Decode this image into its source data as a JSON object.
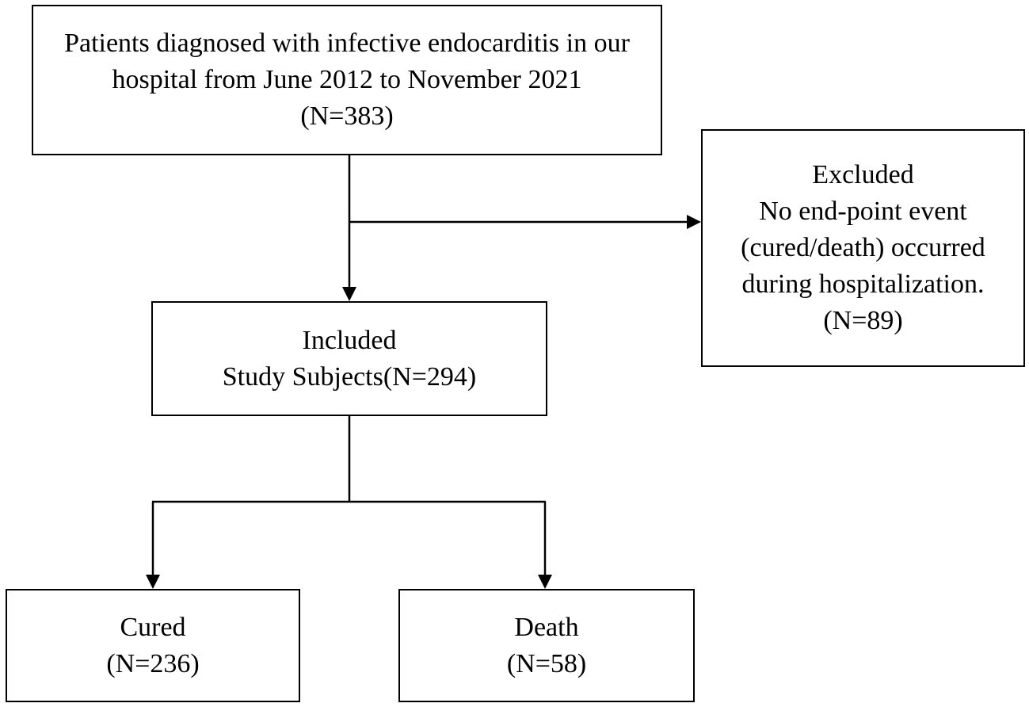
{
  "flowchart": {
    "patients_box": {
      "lines": [
        "Patients diagnosed with infective endocarditis in our",
        "hospital from June 2012 to November 2021",
        "(N=383)"
      ]
    },
    "excluded_box": {
      "lines": [
        "Excluded",
        "No end-point event",
        "(cured/death) occurred",
        "during hospitalization.",
        "(N=89)"
      ]
    },
    "included_box": {
      "lines": [
        "Included",
        "Study Subjects(N=294)"
      ]
    },
    "cured_box": {
      "lines": [
        "Cured",
        "(N=236)"
      ]
    },
    "death_box": {
      "lines": [
        "Death",
        "(N=58)"
      ]
    }
  }
}
